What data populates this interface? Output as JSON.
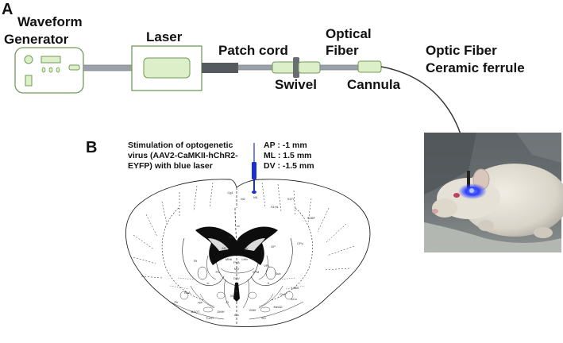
{
  "panels": {
    "a": "A",
    "b": "B"
  },
  "setup": {
    "waveform_line1": "Waveform",
    "waveform_line2": "Generator",
    "laser": "Laser",
    "patch_cord": "Patch cord",
    "swivel": "Swivel",
    "optical_line1": "Optical",
    "optical_line2": "Fiber",
    "cannula": "Cannula",
    "ferrule_line1": "Optic Fiber",
    "ferrule_line2": "Ceramic ferrule"
  },
  "stimulation": {
    "line1": "Stimulation  of  optogenetic",
    "line2": "virus  (AAV2-CaMKII-hChR2-",
    "line3": "EYFP) with blue laser"
  },
  "coordinates": {
    "ap": "AP : -1 mm",
    "ml": "ML :  1.5 mm",
    "dv": "DV : -1.5 mm"
  },
  "atlas_labels": [
    "Cg1",
    "M2",
    "M1",
    "S1HL",
    "S1Tr",
    "S1BF",
    "CPu",
    "GP",
    "LV",
    "cc",
    "D3V",
    "MHb",
    "LHb",
    "Re",
    "VPM",
    "VPL",
    "Po",
    "ZI",
    "Rt",
    "Pir",
    "BLA",
    "CeA",
    "LaDL",
    "Arc",
    "VMH",
    "DMH",
    "3V",
    "opt",
    "ic",
    "fi",
    "MD",
    "AD",
    "AV",
    "Sub",
    "PVA",
    "ACo",
    "MeAD",
    "BAOT",
    "SO",
    "TuLH"
  ],
  "colors": {
    "device_fill": "#dcefc8",
    "device_stroke": "#6f9a58",
    "laser_blue": "#1a2fd6",
    "cable": "#9aa1a8"
  }
}
